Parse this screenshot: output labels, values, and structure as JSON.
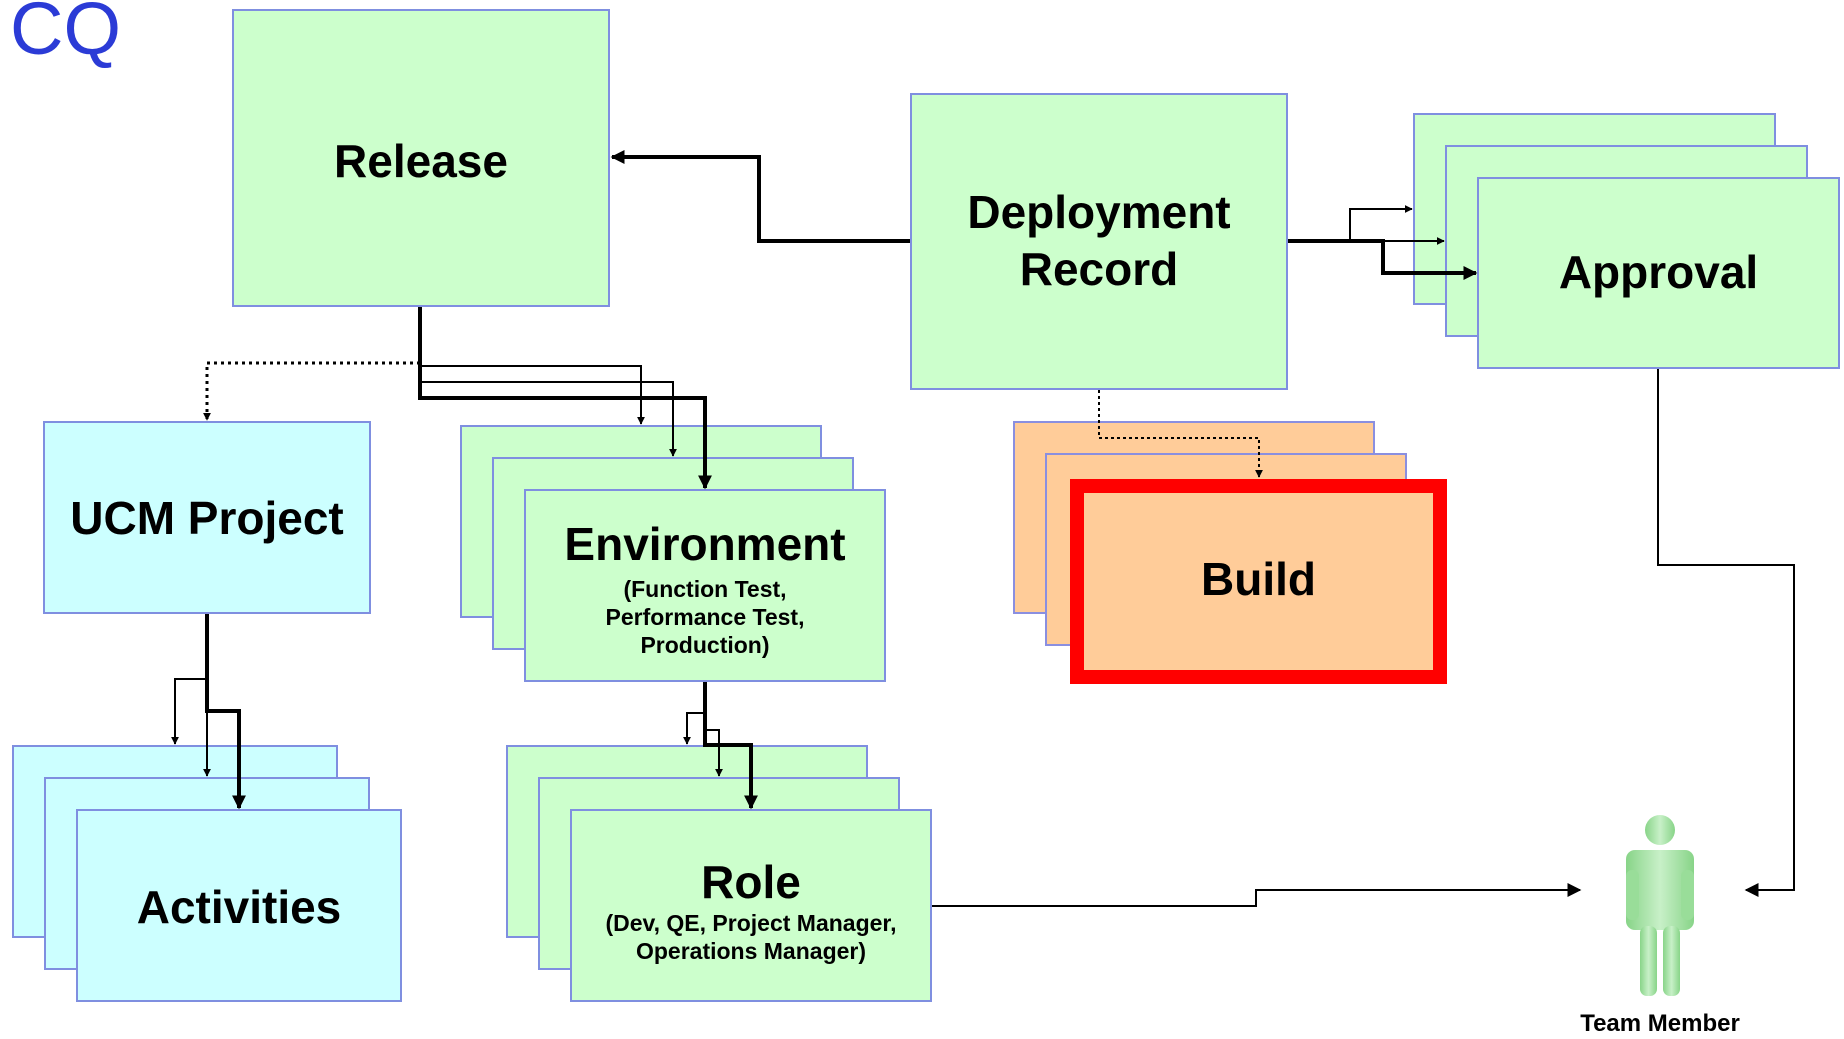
{
  "title": "CQ",
  "colors": {
    "green_box": "#ccffcc",
    "cyan_box": "#ccffff",
    "orange_box": "#ffcc99",
    "highlight_border": "#ff0000",
    "box_border": "#7f8fe0",
    "title_color": "#2b3bd6",
    "person_color": "#99dd99"
  },
  "nodes": {
    "release": {
      "label": "Release"
    },
    "deployment_record": {
      "label_line1": "Deployment",
      "label_line2": "Record"
    },
    "approval": {
      "label": "Approval"
    },
    "ucm_project": {
      "label": "UCM Project"
    },
    "environment": {
      "label": "Environment",
      "sub_line1": "(Function Test,",
      "sub_line2": "Performance Test,",
      "sub_line3": "Production)"
    },
    "build": {
      "label": "Build"
    },
    "activities": {
      "label": "Activities"
    },
    "role": {
      "label": "Role",
      "sub_line1": "(Dev, QE, Project Manager,",
      "sub_line2": "Operations Manager)"
    },
    "team_member": {
      "label": "Team Member",
      "icon": "person-icon"
    }
  }
}
